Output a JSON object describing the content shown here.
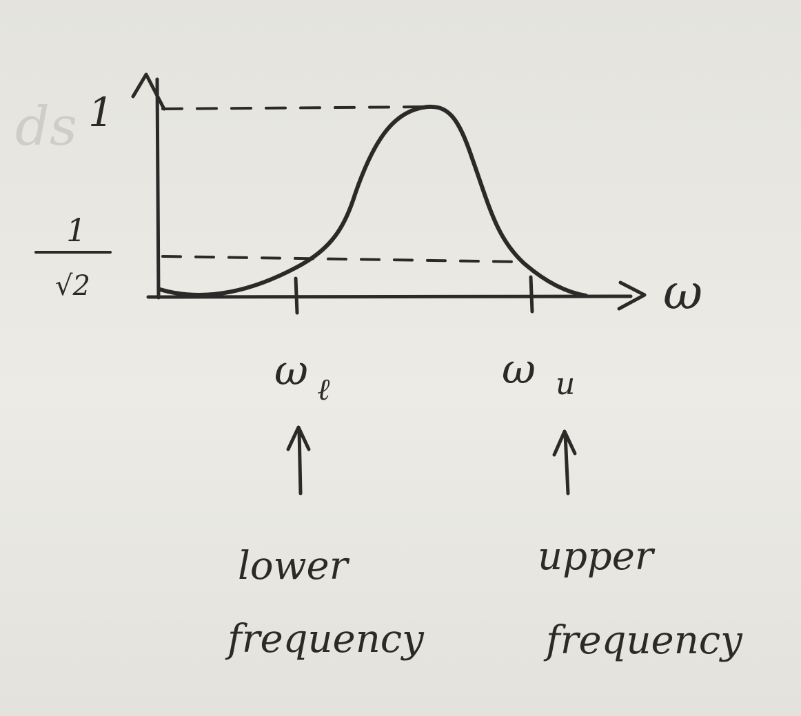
{
  "diagram": {
    "y_axis": {
      "faint_label": "ds",
      "top_label": "1",
      "mid_label_numerator": "1",
      "mid_label_denominator": "√2"
    },
    "x_axis": {
      "label": "ω"
    },
    "markers": [
      {
        "symbol": "ω",
        "subscript": "ℓ",
        "caption_line1": "lower",
        "caption_line2": "frequency"
      },
      {
        "symbol": "ω",
        "subscript": "u",
        "caption_line1": "upper",
        "caption_line2": "frequency"
      }
    ]
  }
}
